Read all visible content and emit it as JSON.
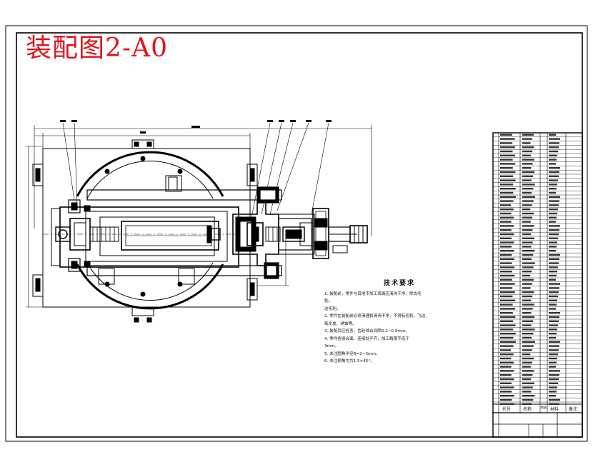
{
  "title": "装配图2-A0",
  "colors": {
    "title": "#e0141e",
    "line": "#000000"
  },
  "tech_notes": {
    "heading": "技术要求",
    "lines": [
      "1.  装配前，零件与其他不加工表面应清洗干净，除去毛",
      "刺。",
      "    边毛刺。",
      "2.  零件在装配前必须清理和清洗干净，不得有毛刺、飞边、",
      "    氧化皮、锈蚀等。",
      "3.  装配后应检查，齿轮啮合间隙0.2~0.5mm。",
      "4.  零件各接合面，连接处平齐，加工精度不低于",
      "    3mm。",
      "5.  未注圆角半径R=2~3mm。",
      "6.  未注倒角均为1.5×45°。"
    ]
  },
  "title_block": {
    "col_labels": [
      "代号",
      "名称",
      "数量",
      "材料",
      "备注"
    ]
  }
}
